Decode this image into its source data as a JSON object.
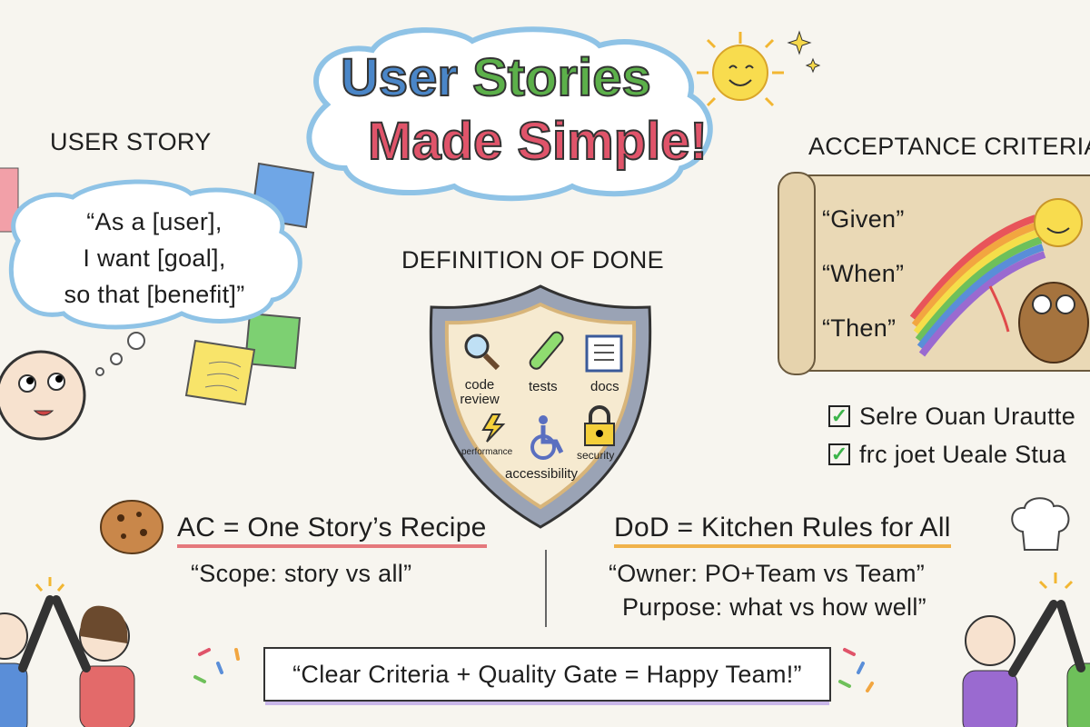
{
  "title": {
    "line1_a": "User",
    "line1_b": "Stories",
    "line2": "Made Simple!"
  },
  "user_story": {
    "heading": "USER STORY",
    "template_lines": [
      "“As a [user],",
      "I want [goal],",
      "so that [benefit]”"
    ]
  },
  "definition_of_done": {
    "heading": "DEFINITION OF DONE",
    "items": [
      {
        "label": "code review",
        "icon": "magnifier-icon"
      },
      {
        "label": "tests",
        "icon": "test-tube-icon"
      },
      {
        "label": "docs",
        "icon": "book-icon"
      },
      {
        "label": "performance",
        "icon": "lightning-icon"
      },
      {
        "label": "accessibility",
        "icon": "wheelchair-icon"
      },
      {
        "label": "security",
        "icon": "padlock-icon"
      }
    ]
  },
  "acceptance_criteria": {
    "heading": "ACCEPTANCE CRITERIA",
    "steps": [
      "“Given”",
      "“When”",
      "“Then”"
    ],
    "checklist": [
      "Selre Ouan Urautte",
      "frc joet Ueale Stua"
    ]
  },
  "comparison": {
    "ac_label": "AC = One Story’s Recipe",
    "ac_note": "“Scope: story vs all”",
    "dod_label": "DoD = Kitchen Rules for All",
    "dod_notes": [
      "“Owner: PO+Team vs Team”",
      "Purpose: what vs how well”"
    ]
  },
  "footer": "“Clear Criteria + Quality Gate = Happy Team!”",
  "colors": {
    "blue": "#4a86c8",
    "green": "#5cb04a",
    "red": "#e0546a",
    "yellow": "#f6d84a",
    "background": "#f7f5ef"
  }
}
